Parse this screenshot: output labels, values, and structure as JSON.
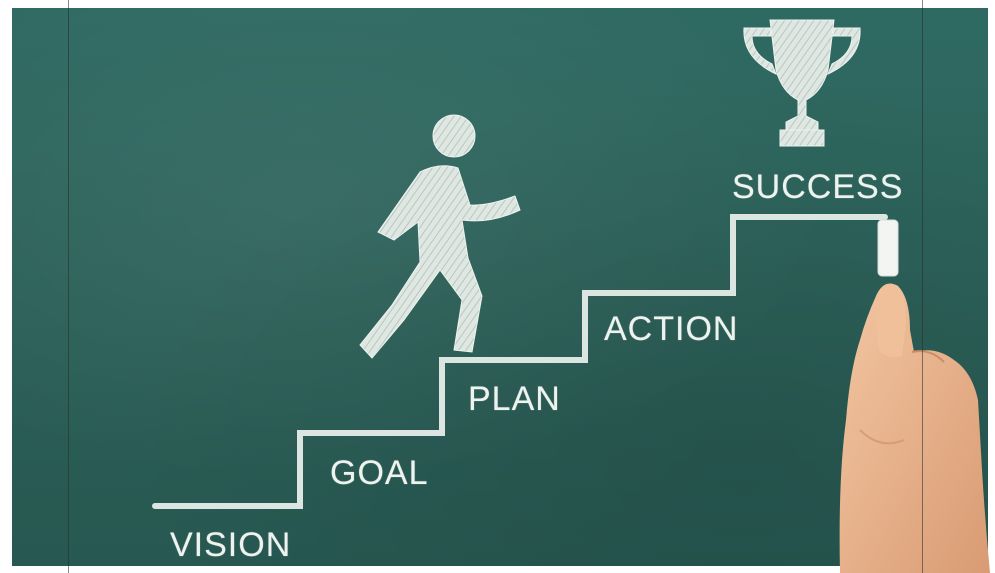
{
  "scene": {
    "labels": {
      "vision": "VISION",
      "goal": "GOAL",
      "plan": "PLAN",
      "action": "ACTION",
      "success": "SUCCESS"
    },
    "icons": [
      "stick-figure-walking-icon",
      "trophy-icon",
      "hand-holding-chalk"
    ],
    "colors": {
      "chalkboard": "#2c635b",
      "chalk": "#eef3ef",
      "skin": "#e9b58f"
    }
  }
}
